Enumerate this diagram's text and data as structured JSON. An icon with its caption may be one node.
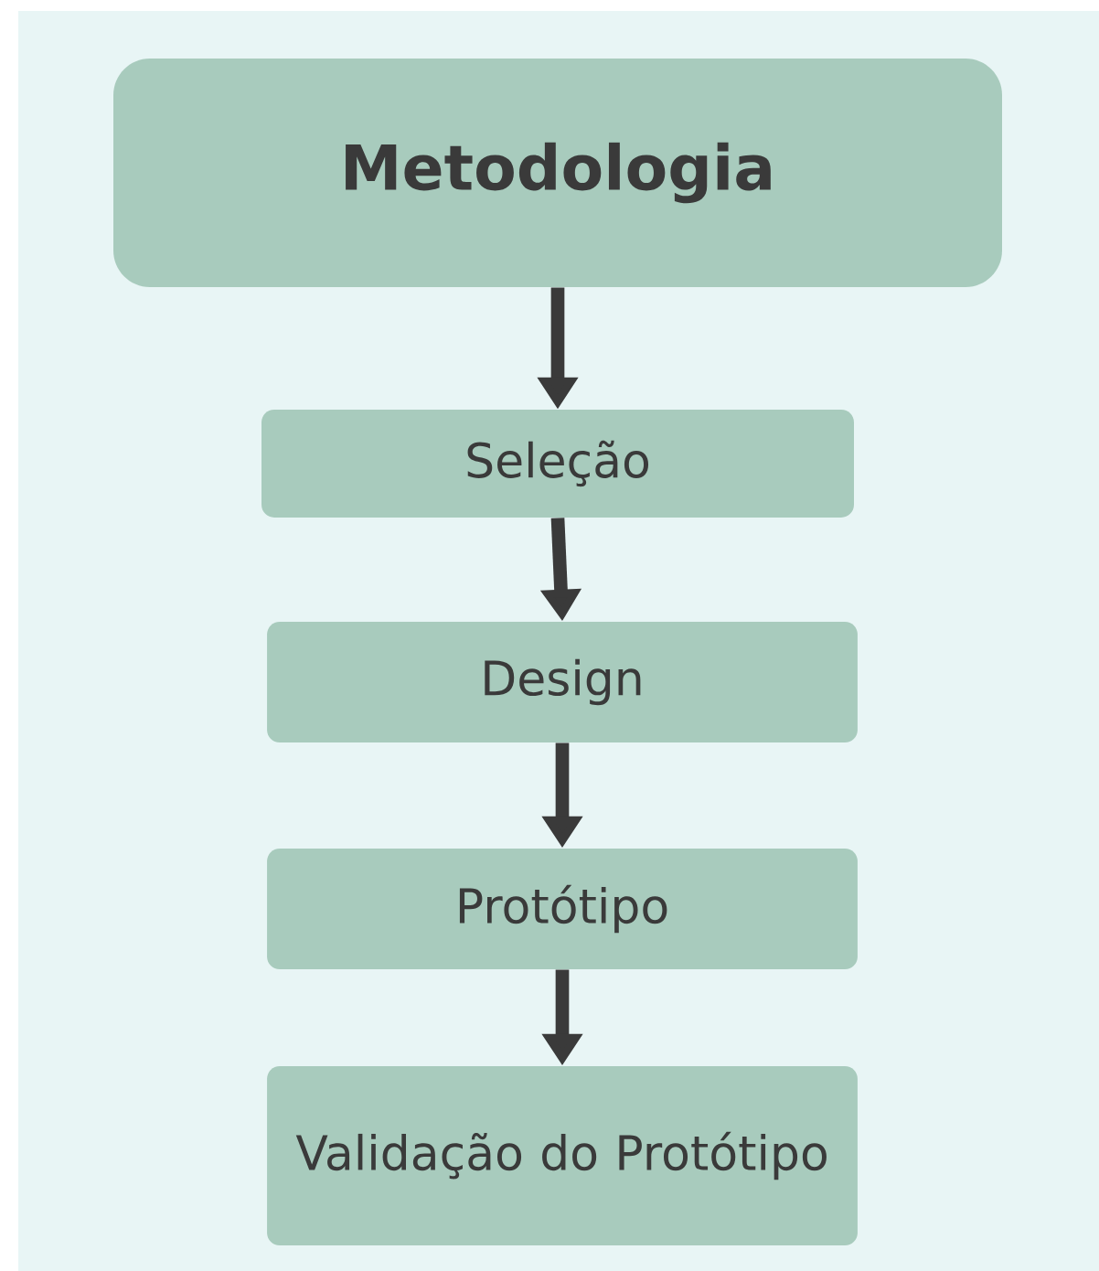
{
  "diagram": {
    "nodes": [
      {
        "text": [
          "Metodologia"
        ]
      },
      {
        "text": [
          "Seleção"
        ]
      },
      {
        "text": [
          "Design"
        ]
      },
      {
        "text": [
          "Protótipo"
        ]
      },
      {
        "text": [
          "Validação do Protótipo"
        ]
      }
    ],
    "edges": [
      {
        "from": 0,
        "to": 1,
        "arrow": "to"
      },
      {
        "from": 1,
        "to": 2,
        "arrow": "to"
      },
      {
        "from": 2,
        "to": 3,
        "arrow": "to"
      },
      {
        "from": 3,
        "to": 4,
        "arrow": "to"
      }
    ]
  }
}
